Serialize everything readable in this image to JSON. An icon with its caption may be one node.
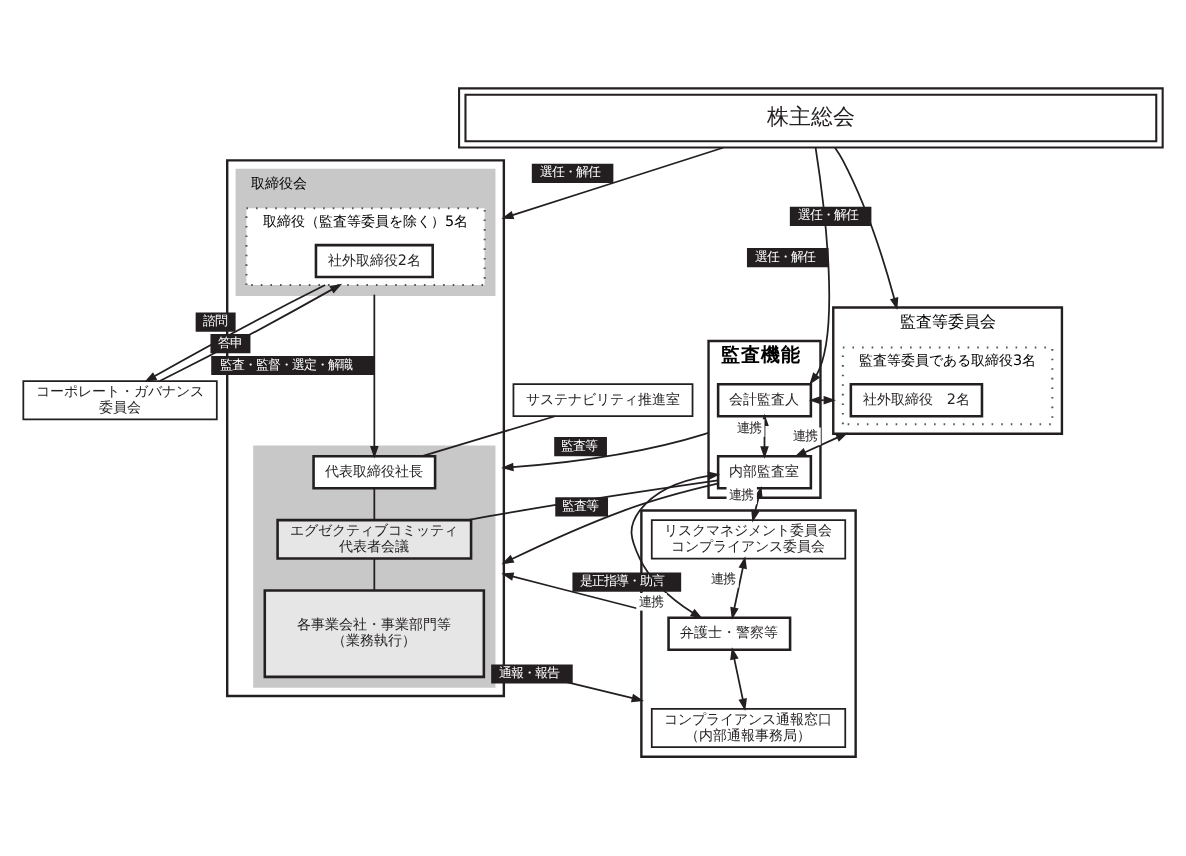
{
  "diagram": {
    "nodes": [
      {
        "text": [
          "株主総会"
        ]
      },
      {
        "text": [],
        "shape": "box"
      },
      {
        "text": [
          "取締役会"
        ],
        "in": 1
      },
      {
        "text": [
          "取締役（監査等委員を除く）5名"
        ],
        "in": 2
      },
      {
        "text": [
          "社外取締役2名"
        ],
        "in": 3
      },
      {
        "text": [
          "コーポレート・ガバナンス委員会"
        ]
      },
      {
        "text": [
          "監査機能"
        ]
      },
      {
        "text": [
          "監査等委員会"
        ]
      },
      {
        "text": [
          "監査等委員である取締役3名"
        ],
        "in": 7
      },
      {
        "text": [
          "社外取締役　2名"
        ],
        "in": 8
      },
      {
        "text": [
          "会計監査人"
        ],
        "in": 6
      },
      {
        "text": [],
        "shape": "box",
        "in": 1
      },
      {
        "text": [
          "サステナビリティ推進室"
        ]
      },
      {
        "text": [
          "代表取締役社長"
        ],
        "in": 11
      },
      {
        "text": [
          "内部監査室"
        ],
        "in": 6
      },
      {
        "text": [
          "エグゼクティブコミッティ代表者会議"
        ],
        "in": 11
      },
      {
        "text": [],
        "shape": "box"
      },
      {
        "text": [
          "リスクマネジメント委員会コンプライアンス委員会"
        ],
        "in": 16
      },
      {
        "text": [
          "弁護士・警察等"
        ],
        "in": 16
      },
      {
        "text": [
          "各事業会社・事業部門等（業務執行）"
        ],
        "in": 11
      },
      {
        "text": [
          "コンプライアンス通報窓口（内部通報事務局）"
        ],
        "in": 16
      }
    ],
    "edges": [
      {
        "from": 0,
        "to": 1,
        "arrow": "to",
        "label": "選任・解任"
      },
      {
        "from": 0,
        "to": 7,
        "arrow": "to",
        "label": "選任・解任"
      },
      {
        "from": 0,
        "to": 10,
        "arrow": "to",
        "label": "選任・解任"
      },
      {
        "from": 3,
        "to": 5,
        "arrow": "to",
        "label": "諮問"
      },
      {
        "from": 5,
        "to": 3,
        "arrow": "to",
        "label": "答申"
      },
      {
        "from": 7,
        "to": 10,
        "arrow": "both"
      },
      {
        "from": 7,
        "to": 14,
        "arrow": "both",
        "label": "連携"
      },
      {
        "from": 10,
        "to": 14,
        "arrow": "both",
        "label": "連携"
      },
      {
        "from": 6,
        "to": 1,
        "arrow": "to",
        "label": "監査等"
      },
      {
        "from": 2,
        "to": 13,
        "arrow": "to",
        "label": "監査・監督・選定・解職"
      },
      {
        "from": 12,
        "to": 13,
        "arrow": "none"
      },
      {
        "from": 13,
        "to": 15,
        "arrow": "none"
      },
      {
        "from": 15,
        "to": 14,
        "arrow": "none"
      },
      {
        "from": 14,
        "to": 1,
        "arrow": "to",
        "label": "監査等"
      },
      {
        "from": 15,
        "to": 19,
        "arrow": "none"
      },
      {
        "from": 14,
        "to": 17,
        "arrow": "both",
        "label": "連携"
      },
      {
        "from": 14,
        "to": 18,
        "arrow": "both",
        "label": "連携"
      },
      {
        "from": 17,
        "to": 18,
        "arrow": "both",
        "label": "連携"
      },
      {
        "from": 20,
        "to": 18,
        "arrow": "both"
      },
      {
        "from": 16,
        "to": 1,
        "arrow": "to",
        "label": "是正指導・助言"
      },
      {
        "from": 1,
        "to": 16,
        "arrow": "to",
        "label": "通報・報告"
      }
    ]
  }
}
